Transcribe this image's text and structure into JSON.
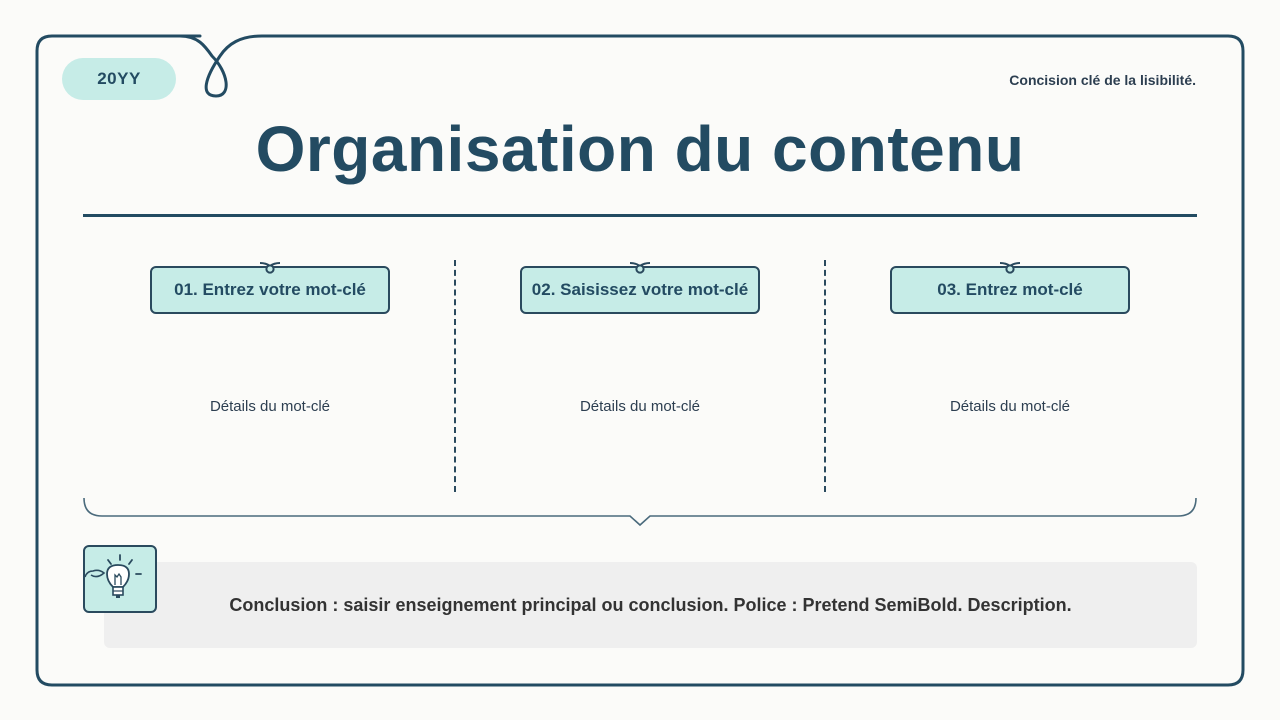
{
  "header": {
    "year_badge": "20YY",
    "tagline": "Concision clé de la lisibilité.",
    "title": "Organisation du contenu"
  },
  "columns": [
    {
      "label": "01. Entrez votre mot-clé",
      "detail": "Détails du mot-clé"
    },
    {
      "label": "02. Saisissez votre mot-clé",
      "detail": "Détails du mot-clé"
    },
    {
      "label": "03. Entrez mot-clé",
      "detail": "Détails du mot-clé"
    }
  ],
  "conclusion": {
    "icon": "lightbulb-icon",
    "text": "Conclusion : saisir enseignement principal ou conclusion. Police : Pretend SemiBold. Description."
  },
  "colors": {
    "primary": "#234b62",
    "accent_fill": "#c6ece7",
    "conclusion_bg": "#efefef",
    "background": "#fbfbf9"
  }
}
